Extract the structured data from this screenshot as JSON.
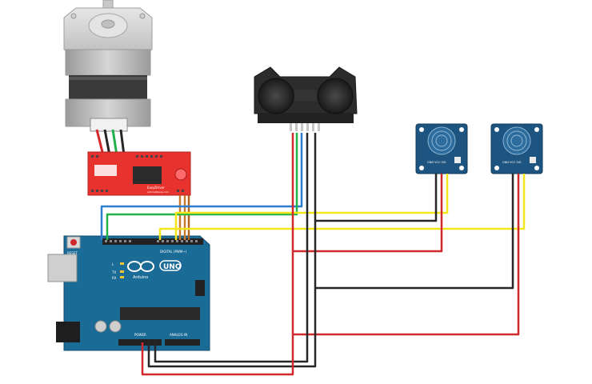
{
  "uno": {
    "brand": "Arduino",
    "model": "UNO",
    "digital_label": "DIGITAL (PWM~)",
    "power_label": "POWER",
    "analog_label": "ANALOG IN",
    "reset_label": "RESET",
    "tx_label": "TX",
    "rx_label": "RX",
    "l_label": "L"
  },
  "driver": {
    "brand": "schmalzhaus.com",
    "model": "EasyDriver"
  },
  "touch_sensor_1": {
    "pin_label": "GND VCC SIG"
  },
  "touch_sensor_2": {
    "pin_label": "GND VCC SIG"
  },
  "wire_colors": {
    "red": "#d0282b",
    "black": "#262626",
    "green": "#21b14b",
    "blue": "#2d7ed0",
    "yellow": "#f3e71c",
    "orange": "#c87a2a",
    "board_blue": "#1a6b96",
    "driver_red": "#e8322e",
    "sensor_blue": "#1d5580"
  }
}
